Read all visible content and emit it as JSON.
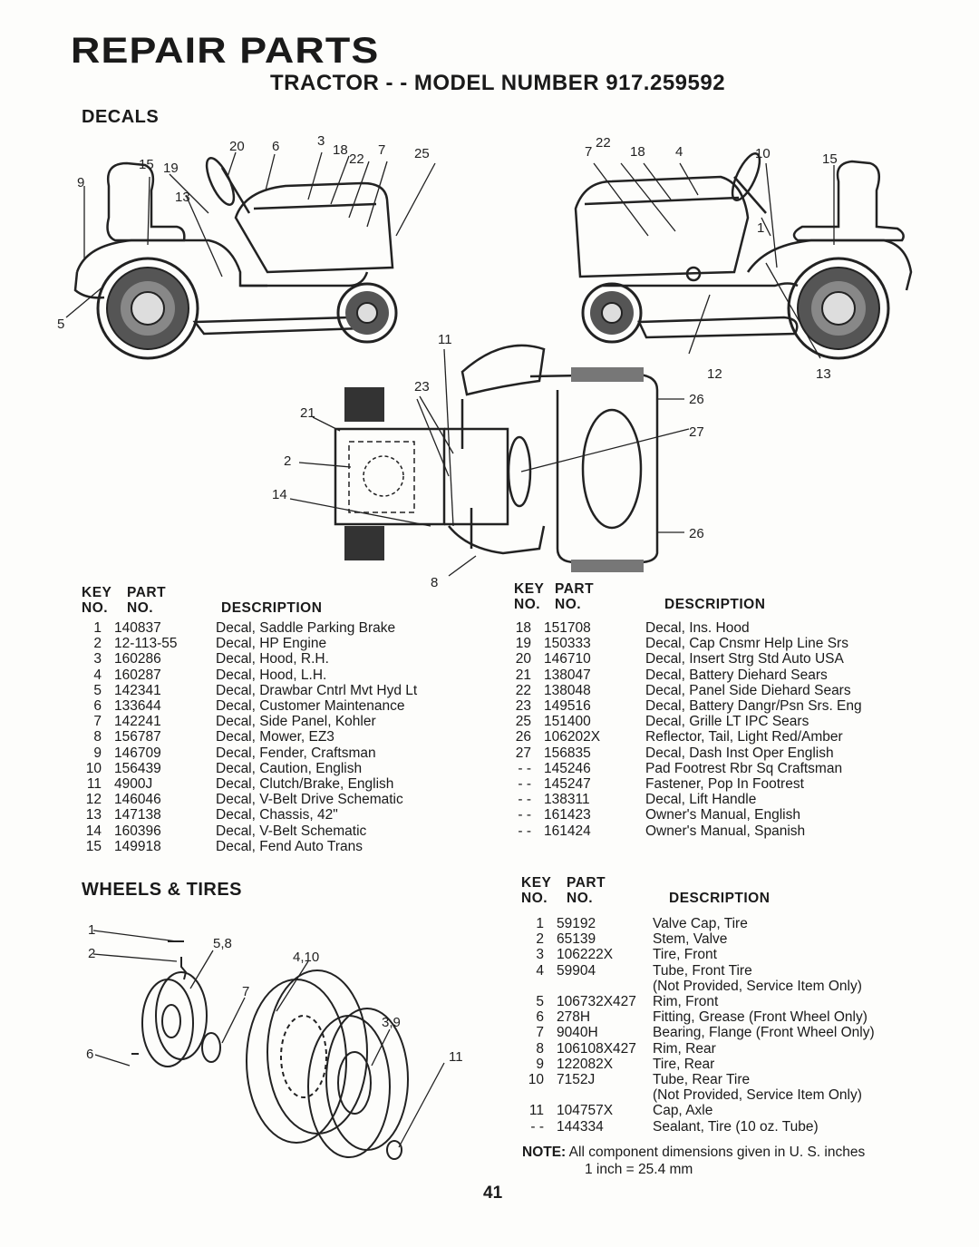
{
  "header": {
    "title": "REPAIR PARTS",
    "subtitle": "TRACTOR - - MODEL NUMBER 917.259592"
  },
  "sections": {
    "decals": "DECALS",
    "wheels": "WHEELS & TIRES"
  },
  "callouts": {
    "left_tractor": [
      "20",
      "6",
      "3",
      "18",
      "22",
      "7",
      "25",
      "15",
      "19",
      "9",
      "13",
      "5"
    ],
    "right_tractor": [
      "7",
      "22",
      "18",
      "4",
      "10",
      "15",
      "1",
      "12",
      "13"
    ],
    "top_view": [
      "11",
      "23",
      "21",
      "2",
      "14",
      "8",
      "26",
      "27",
      "26"
    ],
    "wheels": [
      "1",
      "2",
      "5,8",
      "4,10",
      "7",
      "3,9",
      "6",
      "11"
    ]
  },
  "table_headers": {
    "key": "KEY",
    "part": "PART",
    "no1": "NO.",
    "no2": "NO.",
    "description": "DESCRIPTION"
  },
  "decals_left": [
    {
      "key": "1",
      "part": "140837",
      "desc": "Decal, Saddle Parking Brake"
    },
    {
      "key": "2",
      "part": "12-113-55",
      "desc": "Decal, HP Engine"
    },
    {
      "key": "3",
      "part": "160286",
      "desc": "Decal, Hood, R.H."
    },
    {
      "key": "4",
      "part": "160287",
      "desc": "Decal, Hood, L.H."
    },
    {
      "key": "5",
      "part": "142341",
      "desc": "Decal, Drawbar Cntrl Mvt Hyd Lt"
    },
    {
      "key": "6",
      "part": "133644",
      "desc": "Decal, Customer Maintenance"
    },
    {
      "key": "7",
      "part": "142241",
      "desc": "Decal, Side Panel, Kohler"
    },
    {
      "key": "8",
      "part": "156787",
      "desc": "Decal, Mower, EZ3"
    },
    {
      "key": "9",
      "part": "146709",
      "desc": "Decal, Fender, Craftsman"
    },
    {
      "key": "10",
      "part": "156439",
      "desc": "Decal, Caution, English"
    },
    {
      "key": "11",
      "part": "4900J",
      "desc": "Decal, Clutch/Brake, English"
    },
    {
      "key": "12",
      "part": "146046",
      "desc": "Decal, V-Belt Drive Schematic"
    },
    {
      "key": "13",
      "part": "147138",
      "desc": "Decal, Chassis, 42\""
    },
    {
      "key": "14",
      "part": "160396",
      "desc": "Decal, V-Belt Schematic"
    },
    {
      "key": "15",
      "part": "149918",
      "desc": "Decal, Fend Auto Trans"
    }
  ],
  "decals_right": [
    {
      "key": "18",
      "part": "151708",
      "desc": "Decal, Ins. Hood"
    },
    {
      "key": "19",
      "part": "150333",
      "desc": "Decal, Cap Cnsmr Help Line Srs"
    },
    {
      "key": "20",
      "part": "146710",
      "desc": "Decal, Insert Strg Std Auto USA"
    },
    {
      "key": "21",
      "part": "138047",
      "desc": "Decal, Battery Diehard Sears"
    },
    {
      "key": "22",
      "part": "138048",
      "desc": "Decal, Panel Side Diehard Sears"
    },
    {
      "key": "23",
      "part": "149516",
      "desc": "Decal, Battery Dangr/Psn Srs. Eng"
    },
    {
      "key": "25",
      "part": "151400",
      "desc": "Decal, Grille LT IPC Sears"
    },
    {
      "key": "26",
      "part": "106202X",
      "desc": "Reflector, Tail, Light Red/Amber"
    },
    {
      "key": "27",
      "part": "156835",
      "desc": "Decal, Dash Inst Oper English"
    },
    {
      "key": "- -",
      "part": "145246",
      "desc": "Pad Footrest Rbr Sq Craftsman"
    },
    {
      "key": "- -",
      "part": "145247",
      "desc": "Fastener, Pop In Footrest"
    },
    {
      "key": "- -",
      "part": "138311",
      "desc": "Decal, Lift Handle"
    },
    {
      "key": "- -",
      "part": "161423",
      "desc": "Owner's Manual, English"
    },
    {
      "key": "- -",
      "part": "161424",
      "desc": "Owner's Manual, Spanish"
    }
  ],
  "wheels_table": [
    {
      "key": "1",
      "part": "59192",
      "desc": "Valve Cap, Tire"
    },
    {
      "key": "2",
      "part": "65139",
      "desc": "Stem, Valve"
    },
    {
      "key": "3",
      "part": "106222X",
      "desc": "Tire, Front"
    },
    {
      "key": "4",
      "part": "59904",
      "desc": "Tube, Front Tire"
    },
    {
      "key": "",
      "part": "",
      "desc": "(Not Provided, Service Item Only)"
    },
    {
      "key": "5",
      "part": "106732X427",
      "desc": "Rim, Front"
    },
    {
      "key": "6",
      "part": "278H",
      "desc": "Fitting, Grease (Front Wheel Only)"
    },
    {
      "key": "7",
      "part": "9040H",
      "desc": "Bearing, Flange (Front Wheel Only)"
    },
    {
      "key": "8",
      "part": "106108X427",
      "desc": "Rim, Rear"
    },
    {
      "key": "9",
      "part": "122082X",
      "desc": "Tire, Rear"
    },
    {
      "key": "10",
      "part": "7152J",
      "desc": "Tube, Rear Tire"
    },
    {
      "key": "",
      "part": "",
      "desc": "(Not Provided, Service Item Only)"
    },
    {
      "key": "11",
      "part": "104757X",
      "desc": "Cap, Axle"
    },
    {
      "key": "- -",
      "part": "144334",
      "desc": "Sealant, Tire (10 oz. Tube)"
    }
  ],
  "note": {
    "label": "NOTE:",
    "line1": "All component dimensions given in U. S. inches",
    "line2": "1 inch = 25.4 mm"
  },
  "page_number": "41"
}
